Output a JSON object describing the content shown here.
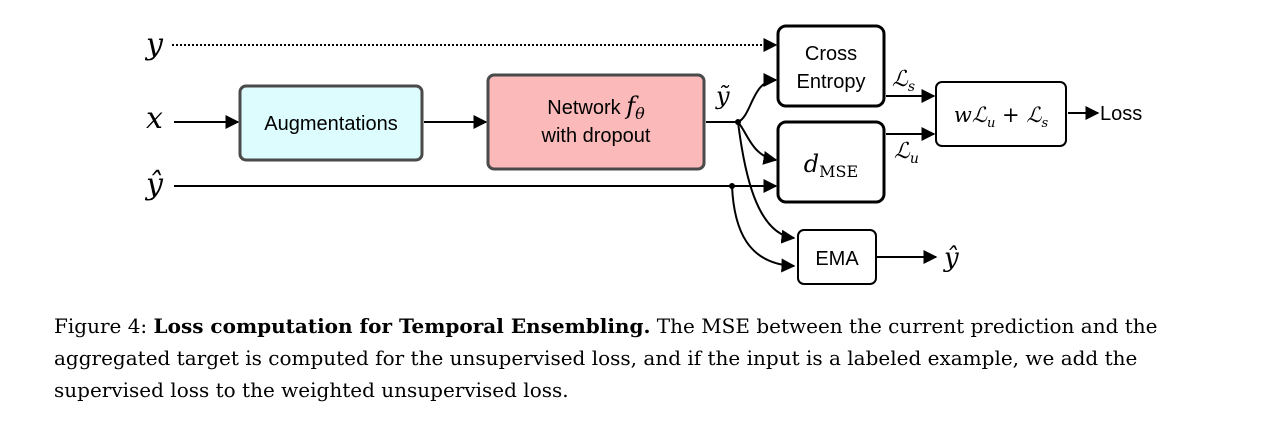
{
  "diagram": {
    "inputs": {
      "y": "y",
      "x": "x",
      "y_hat": "ŷ"
    },
    "augmentations": "Augmentations",
    "network": {
      "line1": "Network ",
      "f": "f",
      "theta": "θ",
      "line2": "with dropout"
    },
    "y_tilde": "ỹ",
    "cross_entropy": {
      "line1": "Cross",
      "line2": "Entropy"
    },
    "dmse": {
      "d": "d",
      "sub": "MSE"
    },
    "ema": "EMA",
    "ema_output": "ŷ",
    "loss_s": {
      "L": "ℒ",
      "sub": "s"
    },
    "loss_u": {
      "L": "ℒ",
      "sub": "u"
    },
    "combine": {
      "w": "w",
      "L1": "ℒ",
      "sub1": "u",
      "plus": " + ",
      "L2": "ℒ",
      "sub2": "s"
    },
    "loss_label": "Loss",
    "colors": {
      "augmentations_fill": "#dcfcfd",
      "network_fill": "#fbb9b9",
      "box_stroke": "#4a4a4a"
    }
  },
  "caption": {
    "label": "Figure 4:",
    "title": "Loss computation for Temporal Ensembling.",
    "body": "The MSE between the current prediction and the aggregated target is computed for the unsupervised loss, and if the input is a labeled example, we add the supervised loss to the weighted unsupervised loss."
  }
}
